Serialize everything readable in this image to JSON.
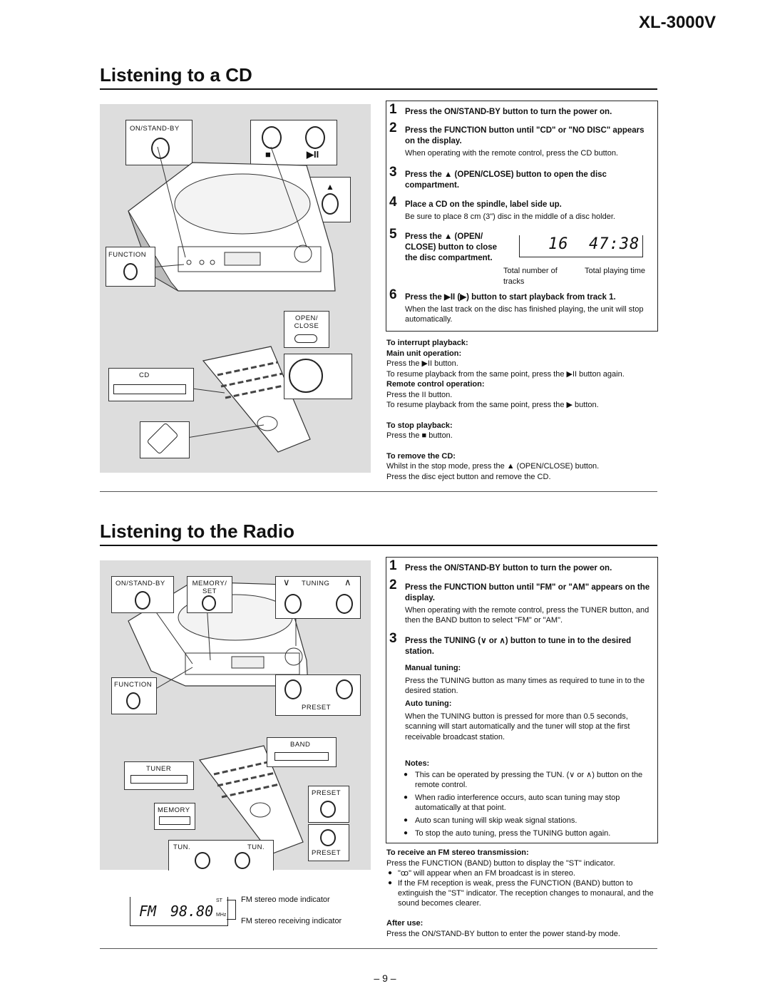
{
  "model": "XL-3000V",
  "cd": {
    "title": "Listening to a CD",
    "figure_labels": {
      "on_standby": "ON/STAND-BY",
      "function": "FUNCTION",
      "open_close": "OPEN/ CLOSE",
      "cd": "CD",
      "stop_sym": "■",
      "playpause_sym": "▶II",
      "eject_sym": "▲"
    },
    "steps": [
      {
        "n": "1",
        "text": "Press the ON/STAND-BY button to turn the power on.",
        "sub": ""
      },
      {
        "n": "2",
        "text": "Press the FUNCTION button until \"CD\" or \"NO DISC\" appears on the display.",
        "sub": "When operating with the remote control, press the CD button."
      },
      {
        "n": "3",
        "text": "Press the ▲ (OPEN/CLOSE) button to open the disc compartment.",
        "sub": ""
      },
      {
        "n": "4",
        "text": "Place a CD on the spindle, label side up.",
        "sub": "Be sure to place 8 cm (3\") disc in the middle of a disc holder."
      },
      {
        "n": "5",
        "text": "Press the ▲ (OPEN/ CLOSE) button to close the disc compartment.",
        "sub": ""
      },
      {
        "n": "6",
        "text": "Press the ▶II (▶) button to start playback from track 1.",
        "sub": "When the last track on the disc has finished playing, the unit will stop automatically."
      }
    ],
    "display": {
      "digits": "16  47:38",
      "label_tracks": "Total number of tracks",
      "label_time": "Total playing time"
    },
    "interrupt": {
      "heading": "To interrupt playback:",
      "main_heading": "Main unit operation:",
      "main_1": "Press the ▶II button.",
      "main_2": "To resume playback from the same point, press the ▶II button again.",
      "remote_heading": "Remote control operation:",
      "remote_1": "Press the II button.",
      "remote_2": "To resume playback from the same point, press the ▶ button."
    },
    "stop": {
      "heading": "To stop playback:",
      "text": "Press the ■ button."
    },
    "remove": {
      "heading": "To remove the CD:",
      "text_1": "Whilst in the stop mode, press the ▲ (OPEN/CLOSE) button.",
      "text_2": "Press the disc eject button and remove the CD."
    }
  },
  "radio": {
    "title": "Listening to the Radio",
    "figure_labels": {
      "on_standby": "ON/STAND-BY",
      "memory_set": "MEMORY/ SET",
      "tuning": "TUNING",
      "function": "FUNCTION",
      "preset": "PRESET",
      "band": "BAND",
      "tuner": "TUNER",
      "memory": "MEMORY",
      "tun_left": "TUN.",
      "tun_right": "TUN.",
      "preset_up": "PRESET",
      "preset_down": "PRESET"
    },
    "display": {
      "band": "FM",
      "freq": "98.80",
      "st": "ST",
      "mhz": "MHz",
      "ind_mode": "FM stereo mode indicator",
      "ind_recv": "FM stereo receiving indicator"
    },
    "steps": [
      {
        "n": "1",
        "text": "Press the ON/STAND-BY button to turn the power on."
      },
      {
        "n": "2",
        "text": "Press the FUNCTION button until \"FM\" or \"AM\" appears on the display.",
        "sub": "When operating with the remote control, press the TUNER button, and then the BAND button to select \"FM\" or \"AM\"."
      },
      {
        "n": "3",
        "text": "Press the TUNING (∨ or ∧) button to tune in to the desired station."
      }
    ],
    "manual": {
      "heading": "Manual tuning:",
      "text": "Press the TUNING button as many times as required to tune in to the desired station."
    },
    "auto": {
      "heading": "Auto tuning:",
      "text": "When the TUNING button is pressed for more than 0.5 seconds, scanning will start automatically and the tuner will stop at the first receivable broadcast station."
    },
    "notes": {
      "heading": "Notes:",
      "items": [
        "This can be operated by pressing the TUN. (∨ or ∧) button on the remote control.",
        "When radio interference occurs, auto scan tuning may stop automatically at that point.",
        "Auto scan tuning will skip weak signal stations.",
        "To stop the auto tuning, press the TUNING button again."
      ]
    },
    "stereo": {
      "heading": "To receive an FM stereo transmission:",
      "text": "Press the FUNCTION (BAND) button to display the \"ST\" indicator.",
      "items": [
        "\"ꝏ\" will appear when an FM broadcast is in stereo.",
        "If the FM reception is weak, press the FUNCTION (BAND) button to extinguish the \"ST\" indicator. The reception changes to monaural, and the sound becomes clearer."
      ]
    },
    "after": {
      "heading": "After use:",
      "text": "Press the ON/STAND-BY button to enter the power stand-by mode."
    }
  },
  "page_number": "– 9 –"
}
